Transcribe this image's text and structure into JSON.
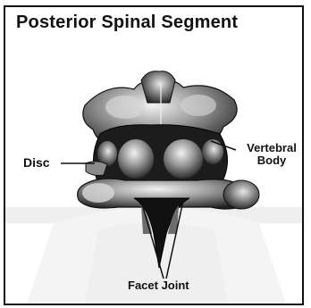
{
  "title": "Posterior Spinal Segment",
  "labels": {
    "disc": "Disc",
    "vertebral_line1": "Vertebral",
    "vertebral_line2": "Body",
    "facet": "Facet Joint"
  }
}
